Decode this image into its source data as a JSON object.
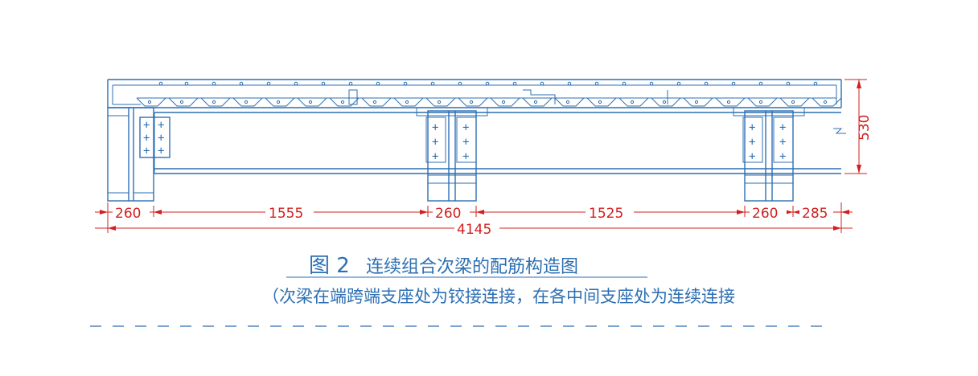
{
  "diagram": {
    "title_num": "图 2",
    "title_text": "连续组合次梁的配筋构造图",
    "subtitle": "（次梁在端跨端支座处为铰接连接，在各中间支座处为连续连接",
    "dims_bottom": [
      "260",
      "1555",
      "260",
      "1525",
      "260",
      "285"
    ],
    "dim_total": "4145",
    "dim_height": "530",
    "bolt_symbol": "+",
    "colors": {
      "structure": "#2d6fb3",
      "dimension": "#d11f1f"
    }
  }
}
